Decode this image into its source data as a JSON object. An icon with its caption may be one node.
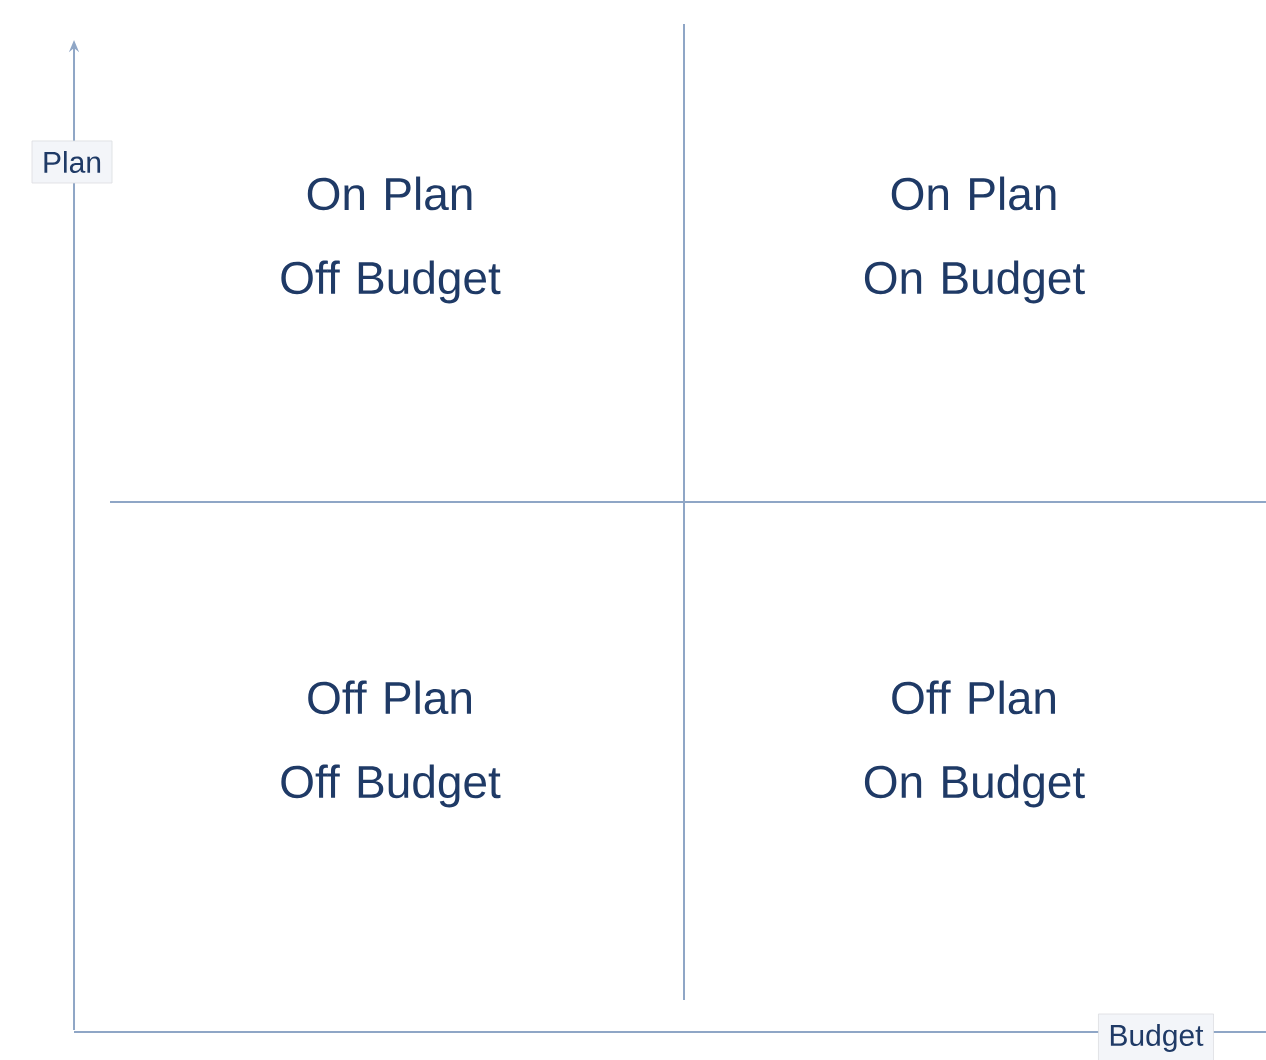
{
  "diagram": {
    "labels": [
      "Plan",
      "On Plan Off Budget",
      "On Plan On Budget",
      "Off Plan Off Budget",
      "Off Plan On Budget",
      "Budget"
    ]
  }
}
